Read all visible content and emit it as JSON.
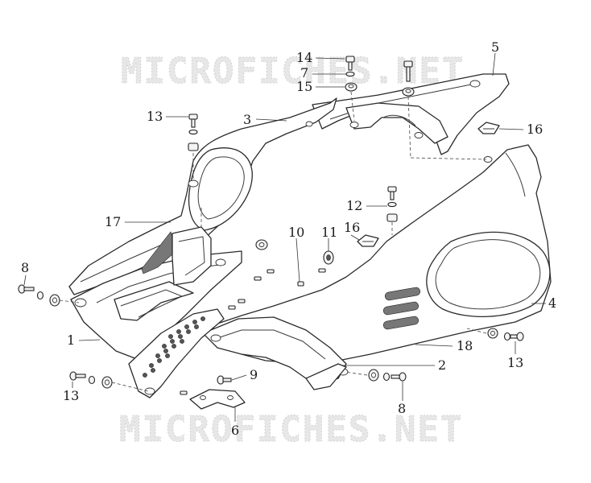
{
  "watermarks": [
    "MICROFICHES.NET",
    "MICROFICHES.NET"
  ],
  "callouts": [
    "14",
    "7",
    "15",
    "5",
    "13",
    "3",
    "16",
    "12",
    "17",
    "10",
    "11",
    "16",
    "8",
    "4",
    "1",
    "18",
    "13",
    "2",
    "9",
    "13",
    "8",
    "6"
  ],
  "icons": [
    "bolt-icon",
    "washer-icon",
    "nut-icon",
    "clip-icon",
    "bracket-icon",
    "grommet-icon"
  ]
}
